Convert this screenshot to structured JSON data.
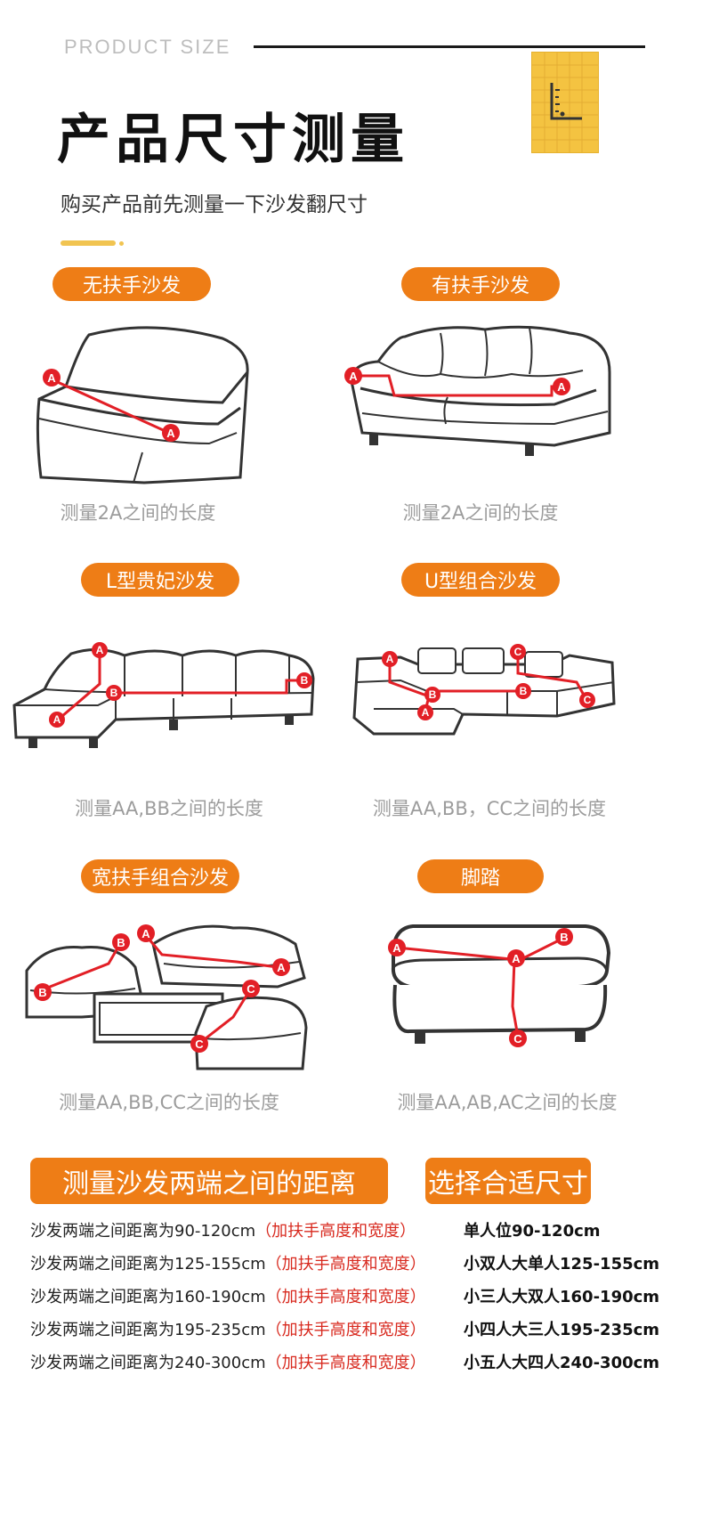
{
  "header": {
    "en_title": "PRODUCT SIZE",
    "cn_title": "产品尺寸测量",
    "subtitle": "购买产品前先测量一下沙发翻尺寸",
    "accent_color": "#F1C451",
    "ruler_icon": "ruler-icon"
  },
  "sections": [
    {
      "label": "无扶手沙发",
      "caption": "测量2A之间的长度",
      "markers": [
        "A",
        "A"
      ]
    },
    {
      "label": "有扶手沙发",
      "caption": "测量2A之间的长度",
      "markers": [
        "A",
        "A"
      ]
    },
    {
      "label": "L型贵妃沙发",
      "caption": "测量AA,BB之间的长度",
      "markers": [
        "A",
        "A",
        "B",
        "B"
      ]
    },
    {
      "label": "U型组合沙发",
      "caption": "测量AA,BB，CC之间的长度",
      "markers": [
        "A",
        "A",
        "B",
        "B",
        "C",
        "C"
      ]
    },
    {
      "label": "宽扶手组合沙发",
      "caption": "测量AA,BB,CC之间的长度",
      "markers": [
        "A",
        "A",
        "B",
        "B",
        "C",
        "C"
      ]
    },
    {
      "label": "脚踏",
      "caption": "测量AA,AB,AC之间的长度",
      "markers": [
        "A",
        "A",
        "B",
        "C"
      ]
    }
  ],
  "table": {
    "left_header": "测量沙发两端之间的距离",
    "right_header": "选择合适尺寸",
    "rows": [
      {
        "measure": "沙发两端之间距离为90-120cm",
        "note": "（加扶手高度和宽度）",
        "size": "单人位90-120cm"
      },
      {
        "measure": "沙发两端之间距离为125-155cm",
        "note": "（加扶手高度和宽度）",
        "size": "小双人大单人125-155cm"
      },
      {
        "measure": "沙发两端之间距离为160-190cm",
        "note": "（加扶手高度和宽度）",
        "size": "小三人大双人160-190cm"
      },
      {
        "measure": "沙发两端之间距离为195-235cm",
        "note": "（加扶手高度和宽度）",
        "size": "小四人大三人195-235cm"
      },
      {
        "measure": "沙发两端之间距离为240-300cm",
        "note": "（加扶手高度和宽度）",
        "size": "小五人大四人240-300cm"
      }
    ]
  },
  "colors": {
    "orange": "#EE7D16",
    "marker_red": "#E21F26",
    "note_red": "#D82A1F"
  }
}
